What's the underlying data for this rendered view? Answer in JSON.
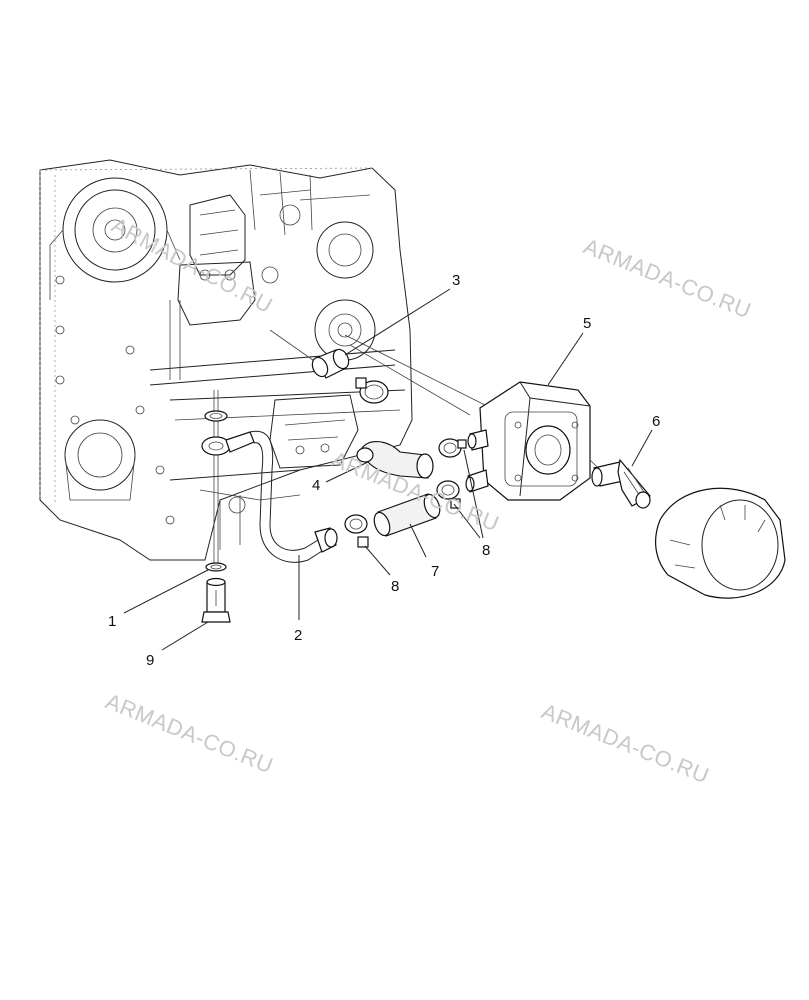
{
  "callouts": {
    "c1": "1",
    "c2": "2",
    "c3": "3",
    "c4": "4",
    "c5": "5",
    "c6": "6",
    "c7": "7",
    "c8a": "8",
    "c8b": "8",
    "c9": "9"
  },
  "watermarks": {
    "w1": "ARMADA-CO.RU",
    "w2": "ARMADA-CO.RU",
    "w3": "ARMADA-CO.RU",
    "w4": "ARMADA-CO.RU",
    "w5": "ARMADA-CO.RU"
  },
  "colors": {
    "line": "#111111",
    "watermark": "#c8c8c8",
    "background": "#ffffff"
  }
}
